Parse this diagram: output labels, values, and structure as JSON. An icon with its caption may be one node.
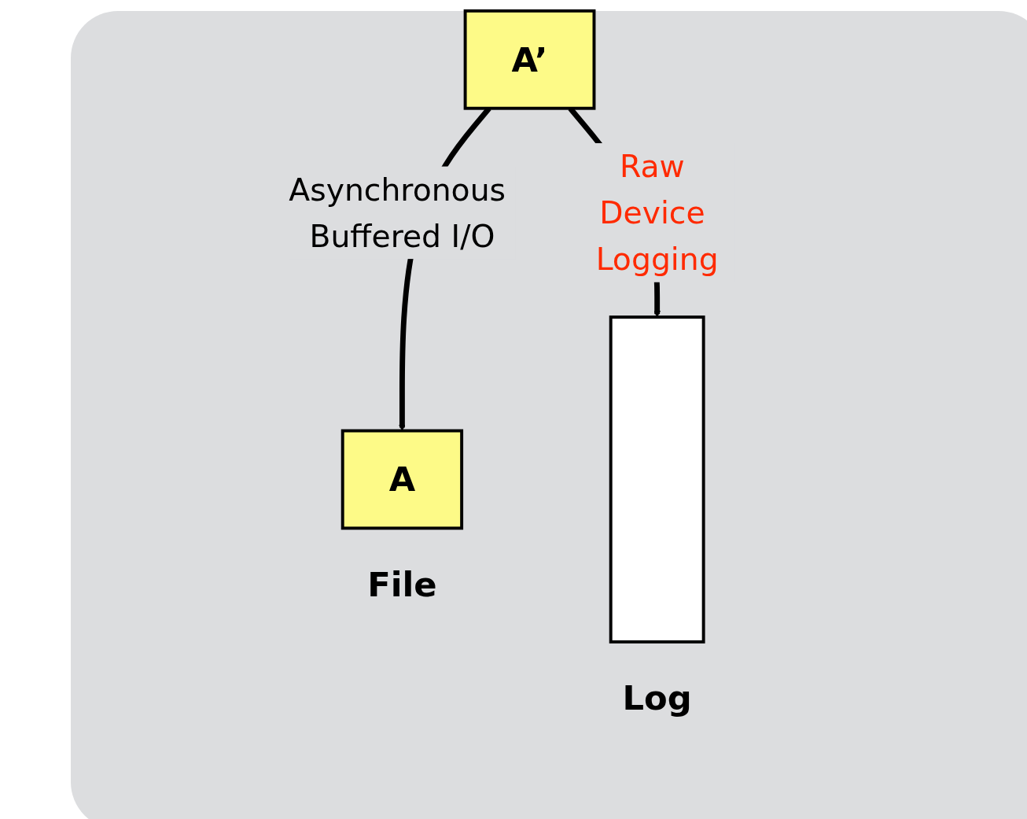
{
  "diagram": {
    "nodes": [
      {
        "text": [
          "A’"
        ]
      },
      {
        "text": [
          "A"
        ],
        "beside": [
          "File"
        ]
      },
      {
        "text": [],
        "shape": "bar",
        "beside": [
          "Log"
        ]
      }
    ],
    "edges": [
      {
        "from": 0,
        "to": 1,
        "arrow": "to",
        "label": "Asynchronous Buffered I/O"
      },
      {
        "from": 0,
        "to": 2,
        "arrow": "to",
        "label": "Raw Device Logging"
      }
    ]
  }
}
